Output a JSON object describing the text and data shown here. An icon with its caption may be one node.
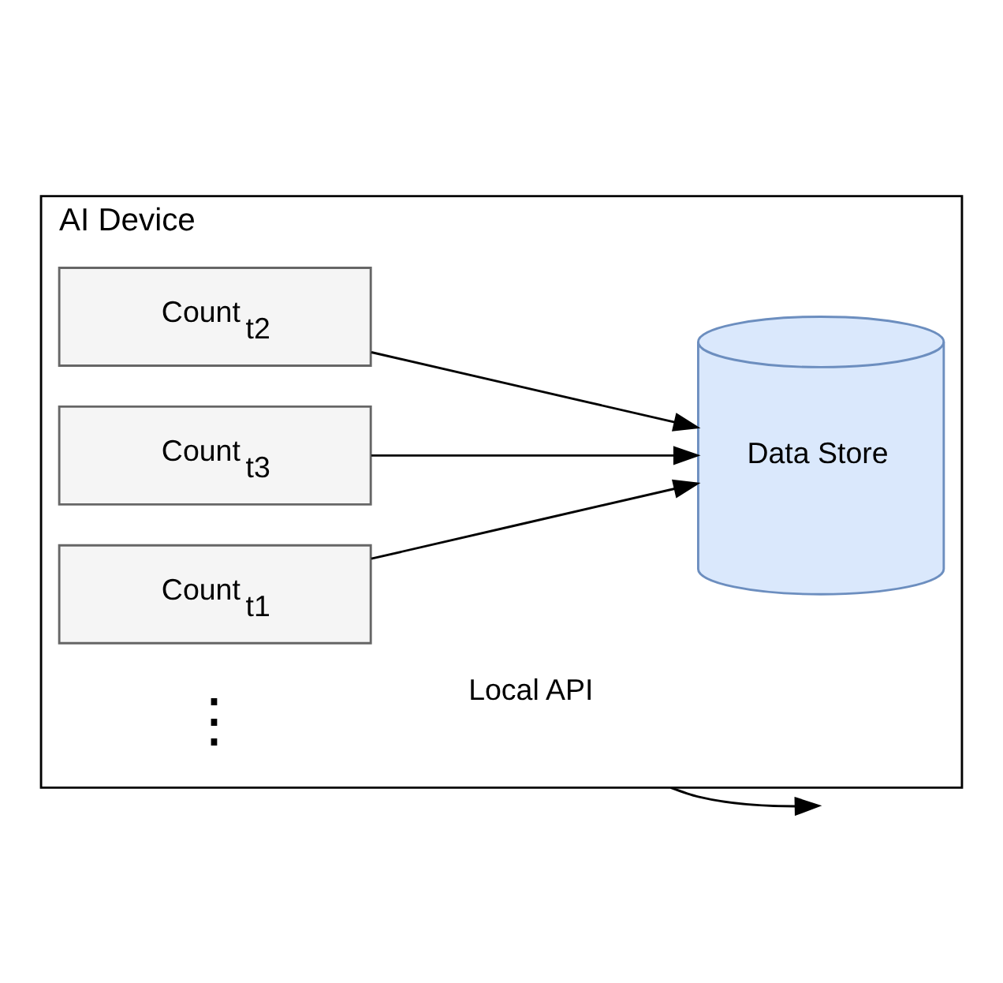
{
  "diagram": {
    "nodes": [
      {
        "text": [
          "AI Device"
        ]
      },
      {
        "text": [
          "Count$_{t1}$"
        ],
        "in": 0
      },
      {
        "text": [
          "Count$_{t2}$"
        ],
        "in": 0
      },
      {
        "text": [
          "Count$_{t3}$"
        ],
        "in": 0
      },
      {
        "text": [
          "Data Store"
        ],
        "in": 0
      }
    ],
    "edges": [
      {
        "from": 1,
        "to": 4,
        "arrow": "to"
      },
      {
        "from": 2,
        "to": 4,
        "arrow": "to"
      },
      {
        "from": 3,
        "to": 4,
        "arrow": "to"
      },
      {
        "from": 0,
        "to": null,
        "arrow": "to",
        "label": "Local API"
      }
    ],
    "labels": [
      "⋮"
    ]
  }
}
